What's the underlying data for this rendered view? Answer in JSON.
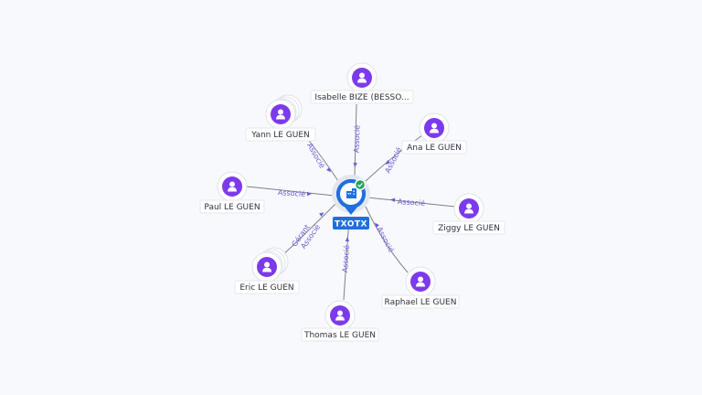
{
  "company": {
    "name": "TXOTX",
    "verified": true,
    "icon": "building-icon",
    "pin_color": "#1f6fe0"
  },
  "person_color": "#7c3aed",
  "link_label_color": "#6a5cd8",
  "people": [
    {
      "id": "isabelle",
      "name": "Isabelle BIZE (BESSO...",
      "role": "Associé",
      "stacked": false
    },
    {
      "id": "yann",
      "name": "Yann LE GUEN",
      "role": "Associé",
      "stacked": true
    },
    {
      "id": "ana",
      "name": "Ana LE GUEN",
      "role": "Associé",
      "stacked": false
    },
    {
      "id": "paul",
      "name": "Paul LE GUEN",
      "role": "Associé",
      "stacked": false
    },
    {
      "id": "ziggy",
      "name": "Ziggy LE GUEN",
      "role": "Associé",
      "stacked": false
    },
    {
      "id": "eric",
      "name": "Eric LE GUEN",
      "role": "Gérant\nAssocié",
      "stacked": true
    },
    {
      "id": "raphael",
      "name": "Raphael LE GUEN",
      "role": "Associé",
      "stacked": false
    },
    {
      "id": "thomas",
      "name": "Thomas LE GUEN",
      "role": "Associé",
      "stacked": false
    }
  ]
}
